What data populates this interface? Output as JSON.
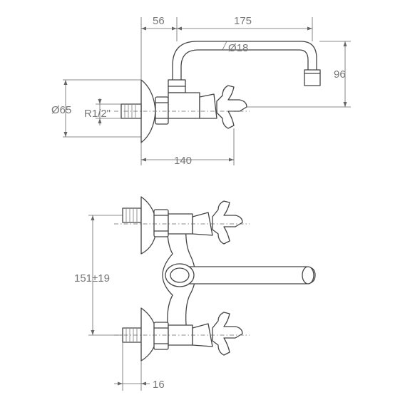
{
  "dimensions": {
    "wall_offset": "56",
    "spout_reach": "175",
    "spout_diameter": "Ø18",
    "spout_height": "96",
    "escutcheon_diameter": "Ø65",
    "thread_size": "R1/2\"",
    "body_length": "140",
    "center_distance": "151±19",
    "inlet_length": "16"
  }
}
